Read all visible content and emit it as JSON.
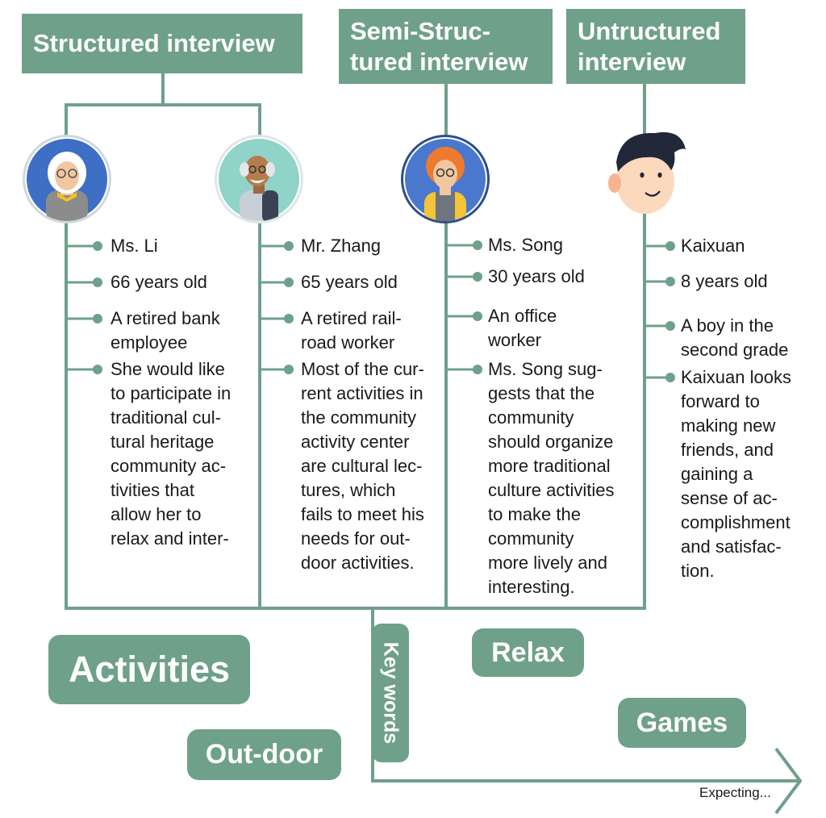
{
  "colors": {
    "accent": "#6fa08a",
    "line": "#6fa08a"
  },
  "headers": {
    "structured": "Structured interview",
    "semi": "Semi-Struc-\ntured interview",
    "unstructured": "Untructured\ninterview"
  },
  "people": [
    {
      "avatar": "elderly-woman-avatar",
      "items": [
        "Ms. Li",
        "66 years old",
        "A retired bank\nemployee",
        "She would like\nto participate in\ntraditional cul-\ntural heritage\ncommunity ac-\ntivities that\nallow her to\nrelax and inter-"
      ]
    },
    {
      "avatar": "elderly-man-avatar",
      "items": [
        "Mr. Zhang",
        "65 years old",
        "A retired rail-\nroad worker",
        "Most of the cur-\nrent activities in\nthe community\nactivity center\nare cultural lec-\ntures, which\nfails to meet his\nneeds for out-\ndoor activities."
      ]
    },
    {
      "avatar": "woman-avatar",
      "items": [
        "Ms. Song",
        "30 years old",
        "An office\nworker",
        "Ms. Song sug-\ngests that the\ncommunity\nshould organize\nmore traditional\nculture activities\nto make the\ncommunity\nmore lively and\ninteresting."
      ]
    },
    {
      "avatar": "boy-avatar",
      "items": [
        "Kaixuan",
        "8 years old",
        "A boy in the\nsecond grade",
        "Kaixuan looks\nforward to\nmaking new\nfriends, and\ngaining a\nsense of ac-\ncomplishment\nand satisfac-\ntion."
      ]
    }
  ],
  "keywords": {
    "axis_label": "Key words",
    "activities": "Activities",
    "relax": "Relax",
    "games": "Games",
    "outdoor": "Out-door"
  },
  "expecting": "Expecting..."
}
